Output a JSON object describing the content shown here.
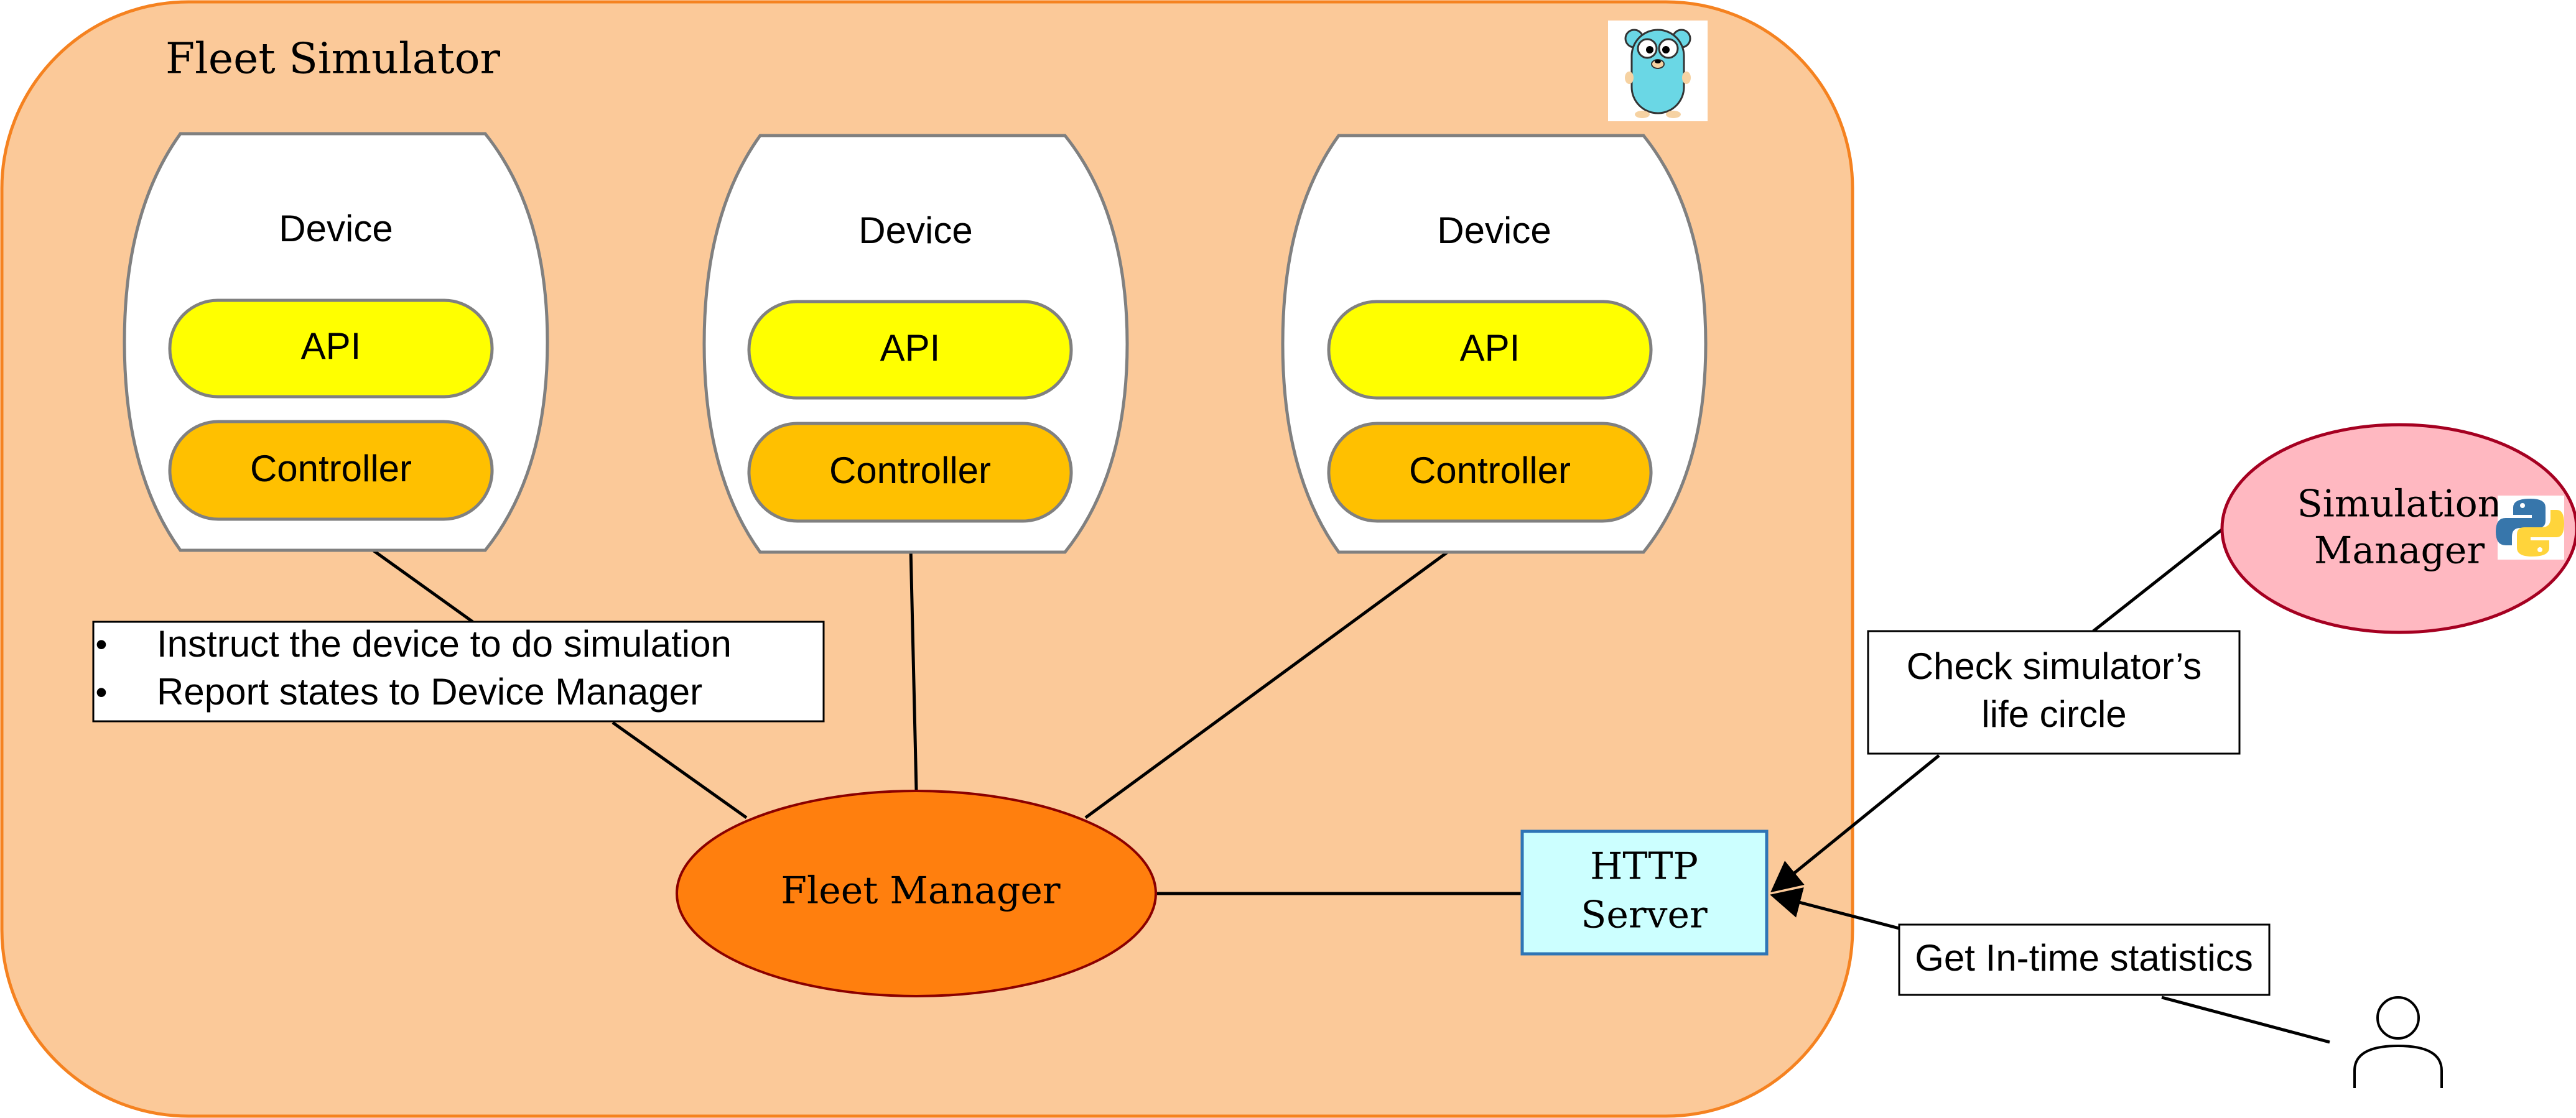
{
  "diagram": {
    "simulator": {
      "title": "Fleet Simulator"
    },
    "devices": [
      {
        "title": "Device",
        "api_label": "API",
        "controller_label": "Controller"
      },
      {
        "title": "Device",
        "api_label": "API",
        "controller_label": "Controller"
      },
      {
        "title": "Device",
        "api_label": "API",
        "controller_label": "Controller"
      }
    ],
    "note_bullets": [
      "Instruct the device to do simulation",
      "Report states to Device Manager"
    ],
    "fleet_manager": {
      "label": "Fleet Manager"
    },
    "http_server": {
      "line1": "HTTP",
      "line2": "Server"
    },
    "simulation_manager": {
      "line1": "Simulation",
      "line2": "Manager"
    },
    "check_label": {
      "line1": "Check simulator’s",
      "line2": "life circle"
    },
    "stats_label": "Get In-time statistics",
    "icons": [
      "gopher-icon",
      "python-icon",
      "user-icon"
    ],
    "colors": {
      "simulator_fill": "#FBC999",
      "simulator_border": "#F58220",
      "api_fill": "#FFFF00",
      "controller_fill": "#FFC000",
      "fleet_manager_fill": "#FF7F0E",
      "http_fill": "#CCFFFF",
      "http_border": "#2E75B6",
      "sim_manager_fill": "#FFB8C1",
      "sim_manager_border": "#A50021"
    }
  }
}
